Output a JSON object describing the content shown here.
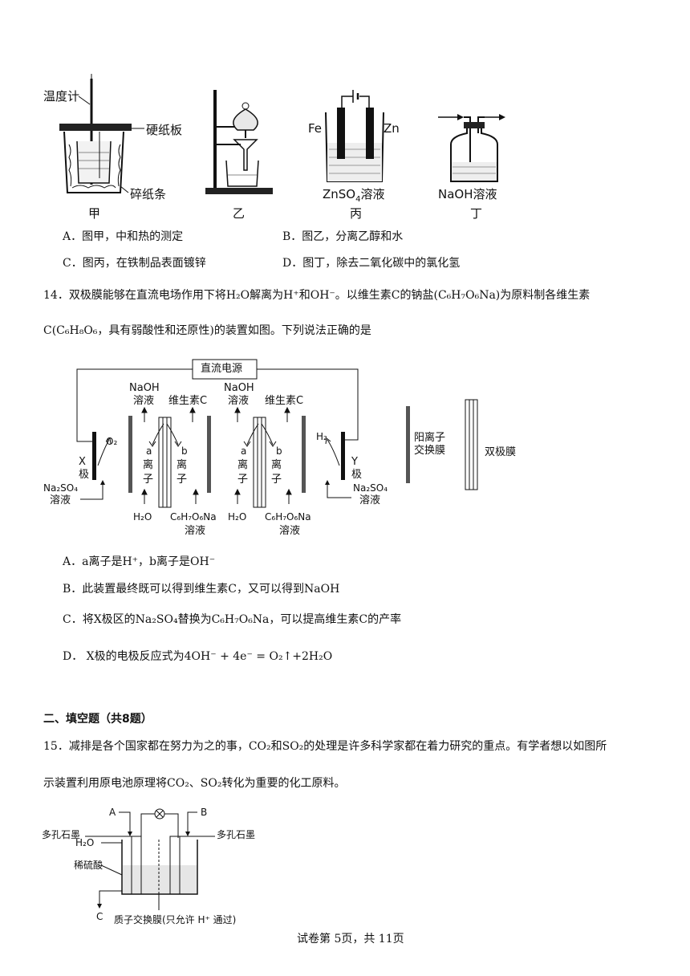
{
  "fig13": {
    "jia": {
      "thermometer": "温度计",
      "cardboard": "硬纸板",
      "shreds": "碎纸条",
      "caption": "甲"
    },
    "yi": {
      "caption": "乙"
    },
    "bing": {
      "fe": "Fe",
      "zn": "Zn",
      "solution": "ZnSO",
      "solution_sub": "4",
      "solution_tail": "溶液",
      "caption": "丙"
    },
    "ding": {
      "solution": "NaOH溶液",
      "caption": "丁"
    }
  },
  "q13": {
    "optA": "A．图甲，中和热的测定",
    "optB": "B．图乙，分离乙醇和水",
    "optC": "C．图丙，在铁制品表面镀锌",
    "optD": "D．图丁，除去二氧化碳中的氯化氢"
  },
  "q14": {
    "line1": "14．双极膜能够在直流电场作用下将H₂O解离为H⁺和OH⁻。以维生素C的钠盐(C₆H₇O₆Na)为原料制各维生素",
    "line2": "C(C₆H₈O₆，具有弱酸性和还原性)的装置如图。下列说法正确的是",
    "fig": {
      "power": "直流电源",
      "naoh": "NaOH",
      "solution": "溶液",
      "vitc": "维生素C",
      "o2": "O₂",
      "h2": "H₂",
      "x1": "X",
      "x2": "极",
      "y1": "Y",
      "y2": "极",
      "a": "a",
      "b": "b",
      "li": "离",
      "zi": "子",
      "na2so4": "Na₂SO₄",
      "h2o": "H₂O",
      "c6h7o6na": "C₆H₇O₆Na",
      "legend_cation1": "阳离子",
      "legend_cation2": "交换膜",
      "legend_bipolar": "双极膜"
    },
    "optA": "A．a离子是H⁺，b离子是OH⁻",
    "optB": "B．此装置最终既可以得到维生素C，又可以得到NaOH",
    "optC": "C．将X极区的Na₂SO₄替换为C₆H₇O₆Na，可以提高维生素C的产率",
    "optD": "D． X极的电极反应式为4OH⁻ + 4e⁻ = O₂↑+2H₂O"
  },
  "section2": "二、填空题（共8题）",
  "q15": {
    "line1": "15．减排是各个国家都在努力为之的事，CO₂和SO₂的处理是许多科学家都在着力研究的重点。有学者想以如图所",
    "line2": "示装置利用原电池原理将CO₂、SO₂转化为重要的化工原料。",
    "fig": {
      "a": "A",
      "b": "B",
      "c": "C",
      "graphite_l": "多孔石墨",
      "graphite_r": "多孔石墨",
      "h2o": "H₂O",
      "acid": "稀硫酸",
      "membrane": "质子交换膜(只允许 H⁺ 通过)"
    }
  },
  "footer": "试卷第 5页，共 11页"
}
